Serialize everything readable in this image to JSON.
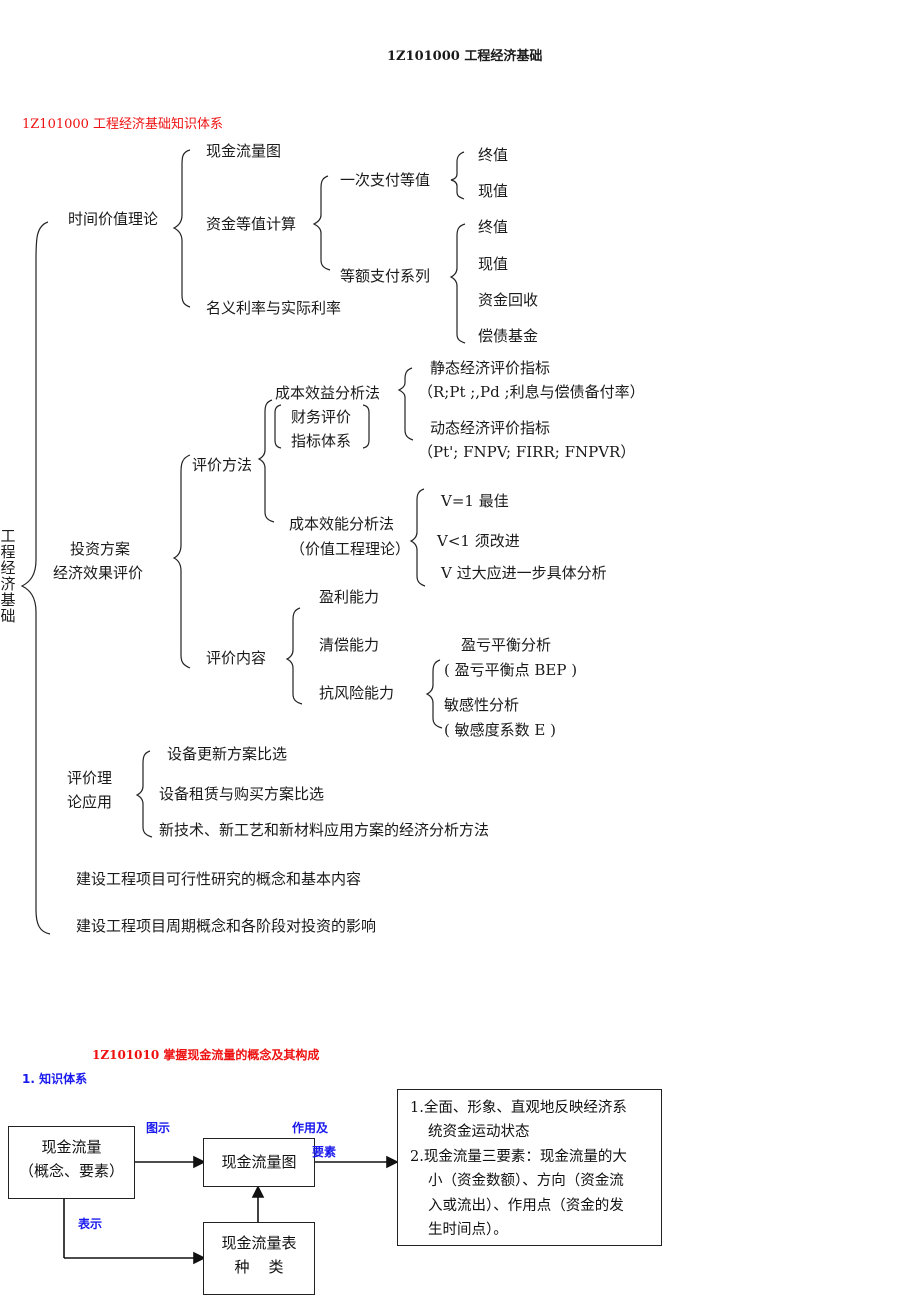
{
  "doc_title": "1Z101000  工程经济基础",
  "section1": {
    "heading": "1Z101000    工程经济基础知识体系",
    "root_label": "工程经济基础",
    "time_value": {
      "label": "时间价值理论",
      "cash_flow_chart": "现金流量图",
      "equivalence_calc": "资金等值计算",
      "single_payment": "一次支付等值",
      "single_items": [
        "终值",
        "现值"
      ],
      "uniform_series": "等额支付系列",
      "series_items": [
        "终值",
        "现值",
        "资金回收",
        "偿债基金"
      ],
      "nominal_rate": "名义利率与实际利率"
    },
    "investment_eval": {
      "label_line1": "投资方案",
      "label_line2": "经济效果评价",
      "methods_label": "评价方法",
      "cba_label": "成本效益分析法",
      "fin_index_line1": "财务评价",
      "fin_index_line2": "指标体系",
      "static_label": "静态经济评价指标",
      "static_detail": "（R;Pt ;,Pd ;利息与偿债备付率）",
      "dynamic_label": "动态经济评价指标",
      "dynamic_detail": "（Pt'; FNPV; FIRR; FNPVR）",
      "cea_label": "成本效能分析法",
      "cea_sub": "（价值工程理论）",
      "v_items": [
        "V=1 最佳",
        "V<1 须改进",
        "V 过大应进一步具体分析"
      ],
      "content_label": "评价内容",
      "content_items": [
        "盈利能力",
        "清偿能力",
        "抗风险能力"
      ],
      "breakeven_label": "盈亏平衡分析",
      "breakeven_detail": "( 盈亏平衡点 BEP )",
      "sensitivity_label": "敏感性分析",
      "sensitivity_detail": "( 敏感度系数 E )"
    },
    "application": {
      "label_line1": "评价理",
      "label_line2": "论应用",
      "items": [
        "设备更新方案比选",
        "设备租赁与购买方案比选",
        "新技术、新工艺和新材料应用方案的经济分析方法"
      ]
    },
    "feasibility": "建设工程项目可行性研究的概念和基本内容",
    "lifecycle": "建设工程项目周期概念和各阶段对投资的影响"
  },
  "section2": {
    "heading": "1Z101010 掌握现金流量的概念及其构成",
    "subheading": "1. 知识体系",
    "box_concept_line1": "现金流量",
    "box_concept_line2": "（概念、要素）",
    "box_chart": "现金流量图",
    "box_table_line1": "现金流量表",
    "box_table_line2": "种    类",
    "label_graphic": "图示",
    "label_represent": "表示",
    "label_function_line1": "作用及",
    "label_function_line2": "要素",
    "notes": [
      "1.全面、形象、直观地反映经济系",
      "统资金运动状态",
      "2.现金流量三要素：现金流量的大",
      "小（资金数额）、方向（资金流",
      "入或流出）、作用点（资金的发",
      "生时间点）。"
    ]
  },
  "colors": {
    "heading_red": "#ee1111",
    "label_blue": "#1a1aee",
    "text": "#1a1a1a"
  }
}
